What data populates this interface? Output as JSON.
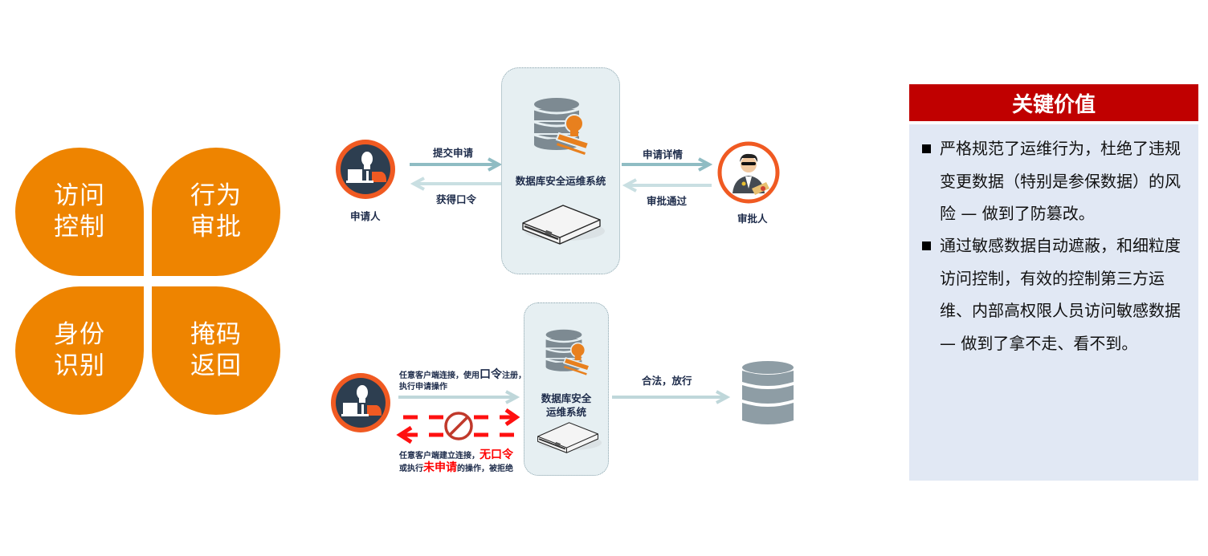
{
  "clover": {
    "color": "#ee8400",
    "petals": [
      {
        "label": "访问控制",
        "line1": "访问",
        "line2": "控制"
      },
      {
        "label": "行为审批",
        "line1": "行为",
        "line2": "审批"
      },
      {
        "label": "身份识别",
        "line1": "身份",
        "line2": "识别"
      },
      {
        "label": "掩码返回",
        "line1": "掩码",
        "line2": "返回"
      }
    ]
  },
  "approval_flow": {
    "applicant": {
      "label": "申请人",
      "icon": "user-laptop-icon"
    },
    "arrow_submit": "提交申请",
    "arrow_get_token": "获得口令",
    "system": {
      "title": "数据库安全运维系统",
      "icons": [
        "database-stamp-icon",
        "server-appliance-icon"
      ]
    },
    "arrow_details": "申请详情",
    "arrow_approved": "审批通过",
    "approver": {
      "label": "审批人",
      "icon": "approver-person-icon"
    }
  },
  "access_flow": {
    "client": {
      "icon": "user-laptop-icon"
    },
    "allowed_text": {
      "part1": "任意客户端连接，使用",
      "highlight": "口令",
      "part2": "注册，",
      "line2": "执行申请操作"
    },
    "blocked_icon": "prohibited-icon",
    "denied_text": {
      "part1": "任意客户端建立连接，",
      "highlight1": "无口令",
      "part2": "或执行",
      "highlight2": "未申请",
      "part3": "的操作，被拒绝"
    },
    "system": {
      "title_line1": "数据库安全",
      "title_line2": "运维系统"
    },
    "arrow_pass": "合法，放行",
    "target": {
      "icon": "database-icon"
    }
  },
  "key_value": {
    "title": "关键价值",
    "header_color": "#c00000",
    "items": [
      "严格规范了运维行为，杜绝了违规变更数据（特别是参保数据）的风险 — 做到了防篡改。",
      "通过敏感数据自动遮蔽，和细粒度访问控制，有效的控制第三方运维、内部高权限人员访问敏感数据 — 做到了拿不走、看不到。"
    ]
  }
}
